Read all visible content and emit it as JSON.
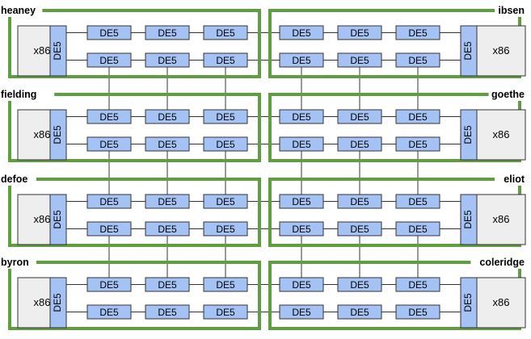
{
  "colors": {
    "node_border": "#5f9e3f",
    "host_fill": "#eeeeee",
    "fpga_fill": "#a4c2f4",
    "line": "#333333"
  },
  "labels": {
    "host": "x86",
    "fpga": "DE5"
  },
  "rows": [
    {
      "left": "heaney",
      "right": "ibsen"
    },
    {
      "left": "fielding",
      "right": "goethe"
    },
    {
      "left": "defoe",
      "right": "eliot"
    },
    {
      "left": "byron",
      "right": "coleridge"
    }
  ]
}
